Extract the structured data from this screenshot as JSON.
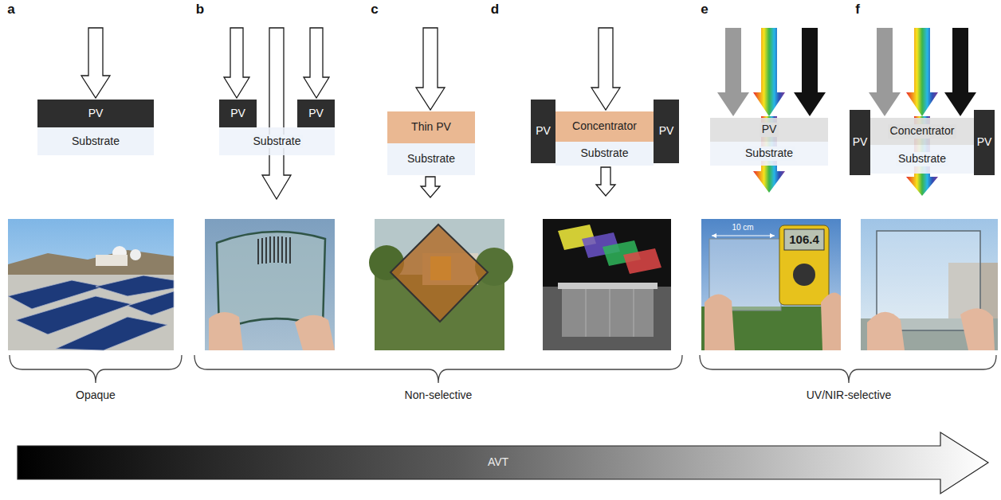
{
  "diagram": {
    "nodes": [
      {
        "text": [
          "PV"
        ]
      },
      {
        "text": [
          "Substrate"
        ]
      },
      {
        "text": [
          "PV"
        ]
      },
      {
        "text": [
          "PV"
        ]
      },
      {
        "text": [
          "Substrate"
        ]
      },
      {
        "text": [
          "Thin PV"
        ]
      },
      {
        "text": [
          "Substrate"
        ]
      },
      {
        "text": [
          "PV"
        ]
      },
      {
        "text": [
          "Concentrator"
        ]
      },
      {
        "text": [
          "Substrate"
        ]
      },
      {
        "text": [
          "PV"
        ]
      },
      {
        "text": [
          "PV"
        ]
      },
      {
        "text": [
          "Substrate"
        ]
      },
      {
        "text": [
          "PV"
        ]
      },
      {
        "text": [
          "Concentrator"
        ]
      },
      {
        "text": [
          "Substrate"
        ]
      },
      {
        "text": [
          "PV"
        ]
      }
    ],
    "labels": [
      "a",
      "b",
      "c",
      "d",
      "e",
      "f",
      "10 cm",
      "106.4",
      "Opaque",
      "Non-selective",
      "UV/NIR-selective",
      "AVT"
    ]
  }
}
